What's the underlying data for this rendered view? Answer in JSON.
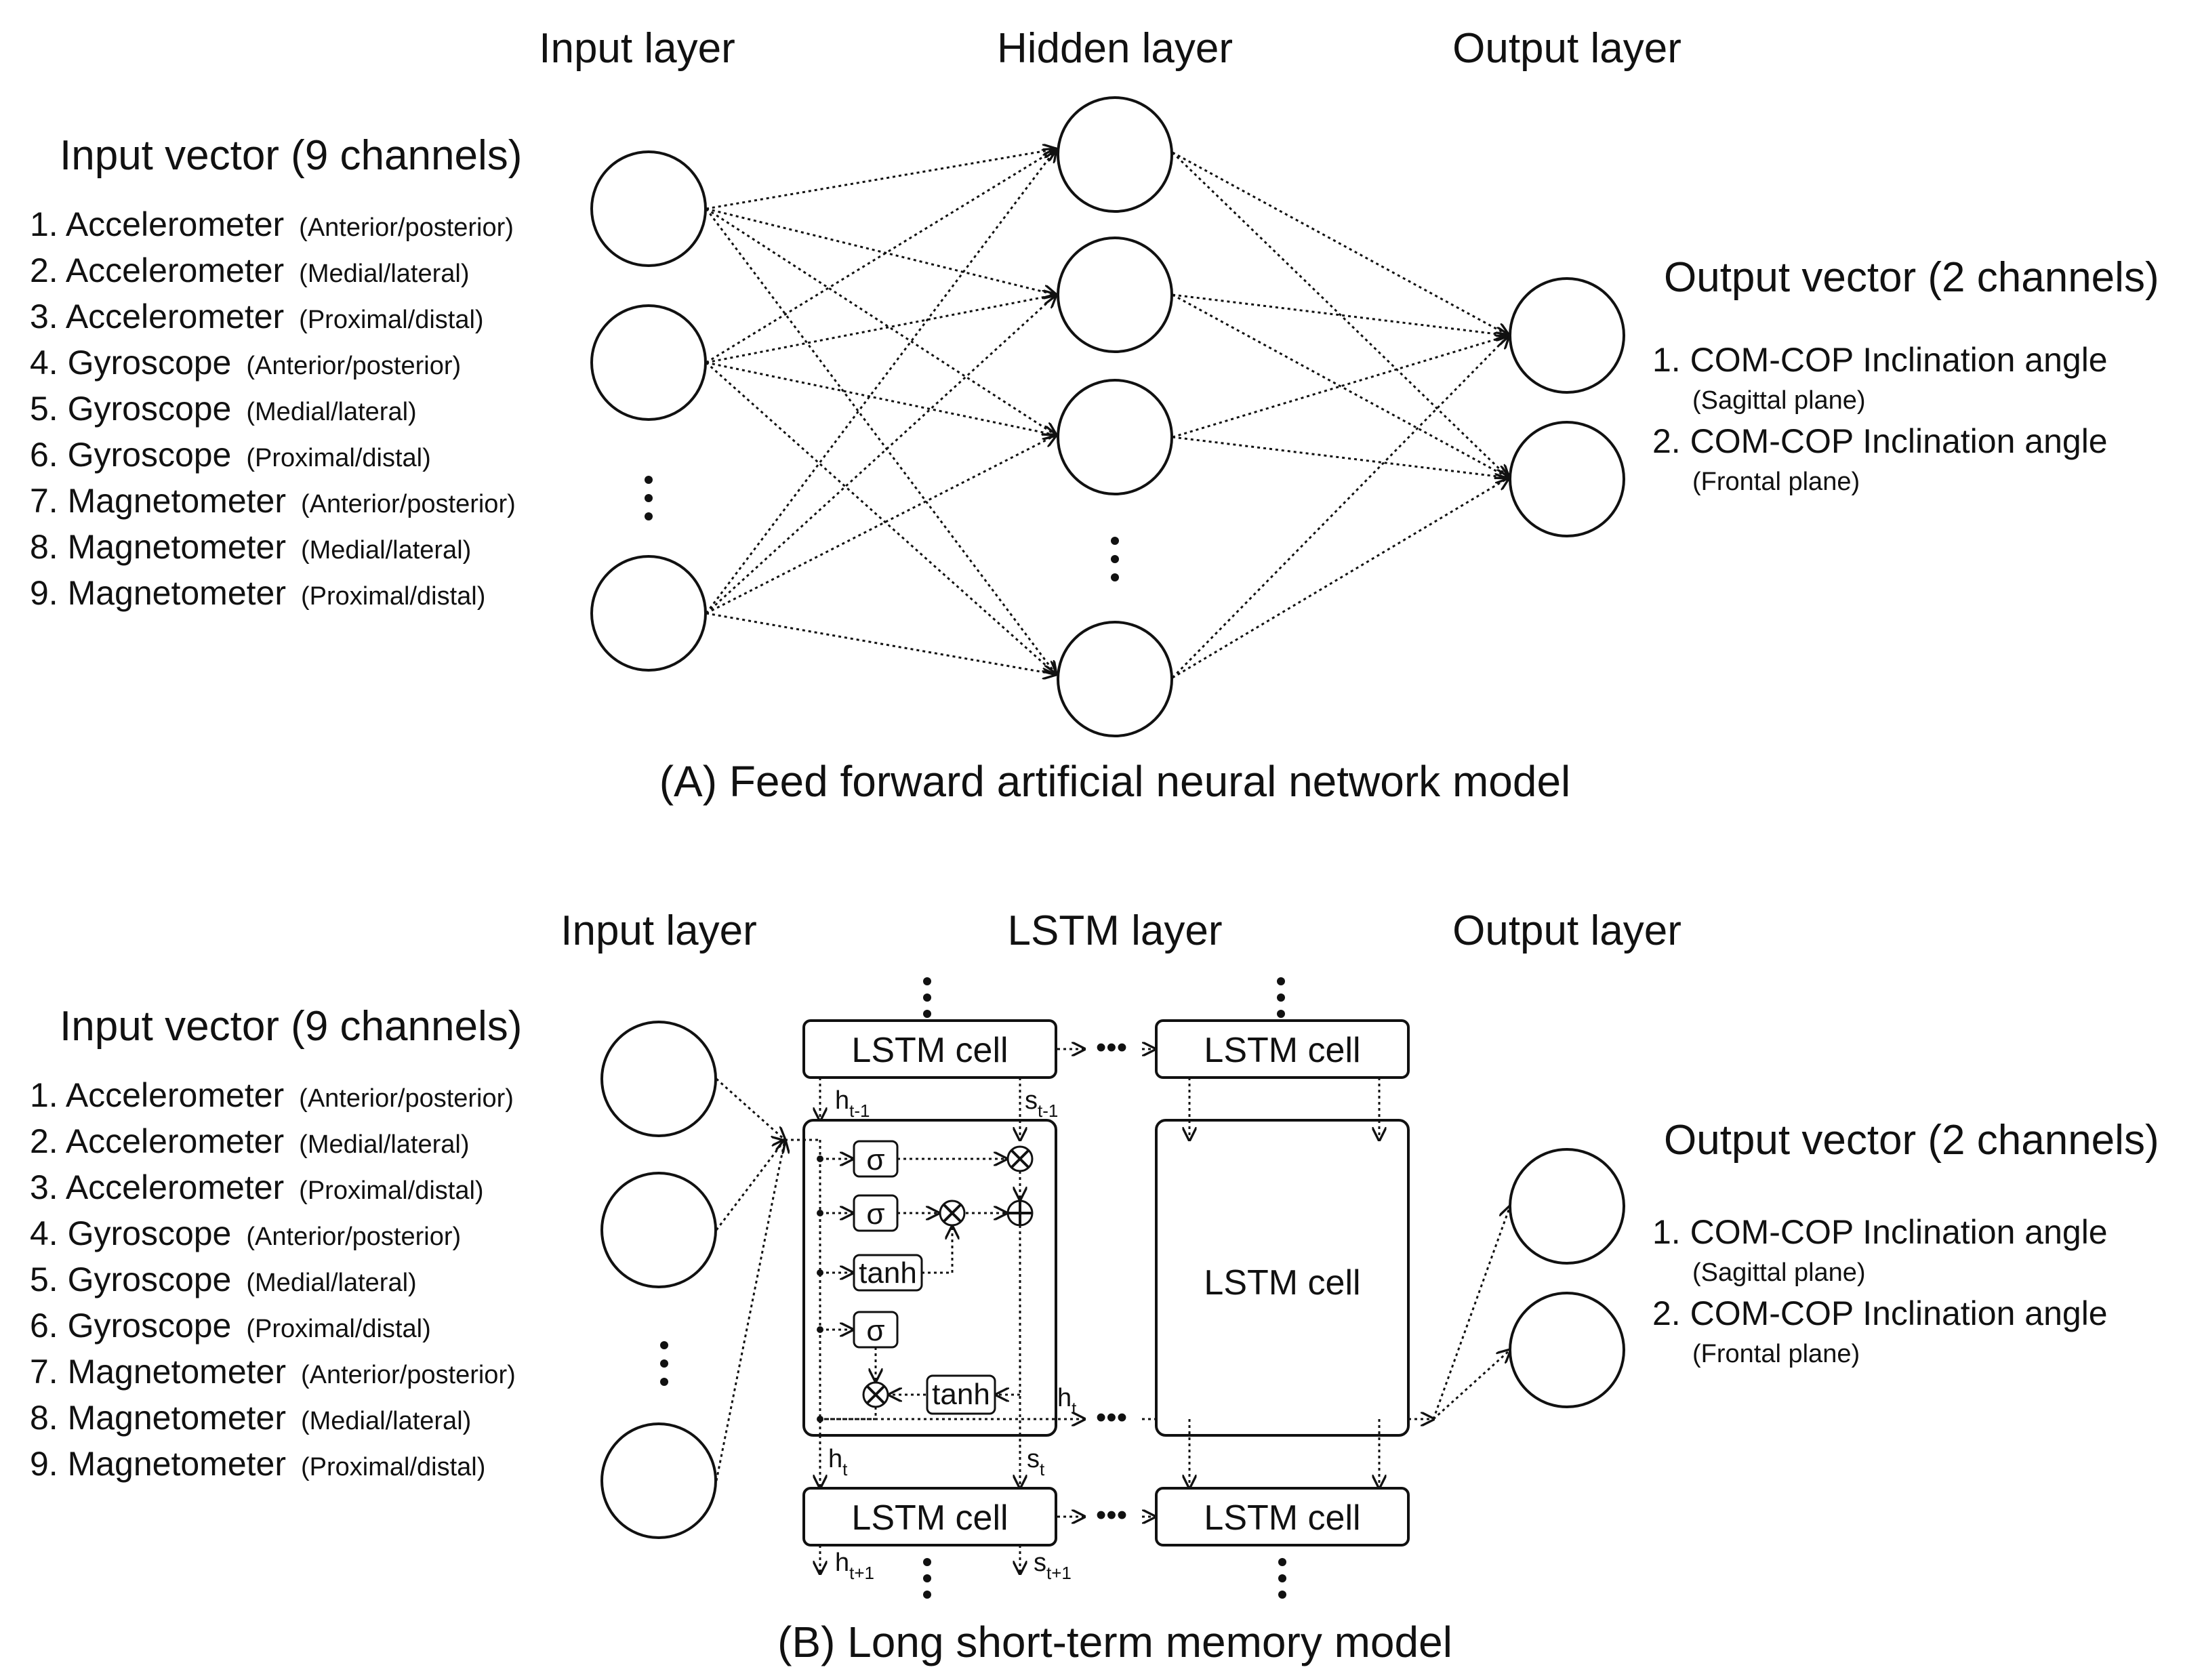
{
  "panelA": {
    "headers": {
      "input": "Input layer",
      "hidden": "Hidden layer",
      "output": "Output layer"
    },
    "input_vector_title": "Input vector (9 channels)",
    "inputs": [
      {
        "label": "1. Accelerometer",
        "axis": "(Anterior/posterior)"
      },
      {
        "label": "2. Accelerometer",
        "axis": "(Medial/lateral)"
      },
      {
        "label": "3. Accelerometer",
        "axis": "(Proximal/distal)"
      },
      {
        "label": "4. Gyroscope",
        "axis": "(Anterior/posterior)"
      },
      {
        "label": "5. Gyroscope",
        "axis": "(Medial/lateral)"
      },
      {
        "label": "6. Gyroscope",
        "axis": "(Proximal/distal)"
      },
      {
        "label": "7. Magnetometer",
        "axis": "(Anterior/posterior)"
      },
      {
        "label": "8. Magnetometer",
        "axis": "(Medial/lateral)"
      },
      {
        "label": "9. Magnetometer",
        "axis": "(Proximal/distal)"
      }
    ],
    "output_vector_title": "Output vector (2 channels)",
    "outputs": [
      {
        "label": "1. COM-COP Inclination angle",
        "plane": "(Sagittal plane)"
      },
      {
        "label": "2. COM-COP Inclination angle",
        "plane": "(Frontal plane)"
      }
    ],
    "caption": "(A) Feed forward artificial neural network model"
  },
  "panelB": {
    "headers": {
      "input": "Input layer",
      "lstm": "LSTM layer",
      "output": "Output layer"
    },
    "input_vector_title": "Input vector (9 channels)",
    "inputs": [
      {
        "label": "1. Accelerometer",
        "axis": "(Anterior/posterior)"
      },
      {
        "label": "2. Accelerometer",
        "axis": "(Medial/lateral)"
      },
      {
        "label": "3. Accelerometer",
        "axis": "(Proximal/distal)"
      },
      {
        "label": "4. Gyroscope",
        "axis": "(Anterior/posterior)"
      },
      {
        "label": "5. Gyroscope",
        "axis": "(Medial/lateral)"
      },
      {
        "label": "6. Gyroscope",
        "axis": "(Proximal/distal)"
      },
      {
        "label": "7. Magnetometer",
        "axis": "(Anterior/posterior)"
      },
      {
        "label": "8. Magnetometer",
        "axis": "(Medial/lateral)"
      },
      {
        "label": "9. Magnetometer",
        "axis": "(Proximal/distal)"
      }
    ],
    "output_vector_title": "Output vector (2 channels)",
    "outputs": [
      {
        "label": "1. COM-COP Inclination angle",
        "plane": "(Sagittal plane)"
      },
      {
        "label": "2. COM-COP Inclination angle",
        "plane": "(Frontal plane)"
      }
    ],
    "cell_label": "LSTM cell",
    "gates": {
      "sigma": "σ",
      "tanh": "tanh"
    },
    "vars": {
      "h": "h",
      "s": "s",
      "t_minus": "t-1",
      "t": "t",
      "t_plus": "t+1"
    },
    "ellipsis": "•••",
    "caption": "(B) Long short-term memory model"
  }
}
